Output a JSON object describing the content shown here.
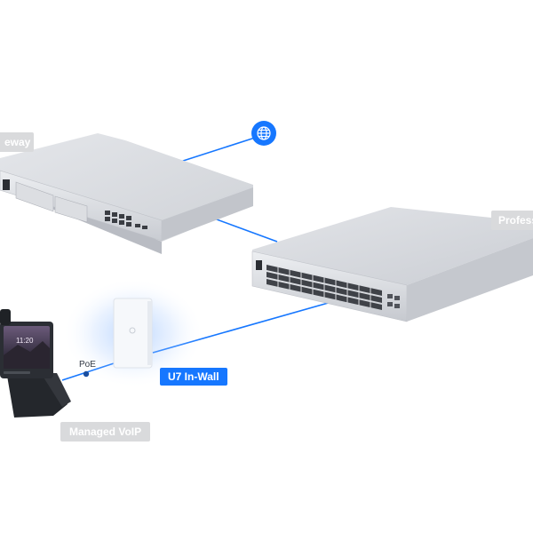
{
  "labels": {
    "gateway": "eway",
    "switch": "Profess",
    "voip": "Managed VoIP",
    "access_point": "U7 In-Wall",
    "poe": "PoE"
  },
  "phone_screen": {
    "time": "11:20"
  },
  "colors": {
    "link": "#1677ff",
    "label_bg": "#d9dadc",
    "accent_label_bg": "#1677ff",
    "device_body": "#d6d8dc"
  },
  "icons": {
    "internet": "globe-icon",
    "ap_logo": "ubiquiti-logo-icon"
  }
}
